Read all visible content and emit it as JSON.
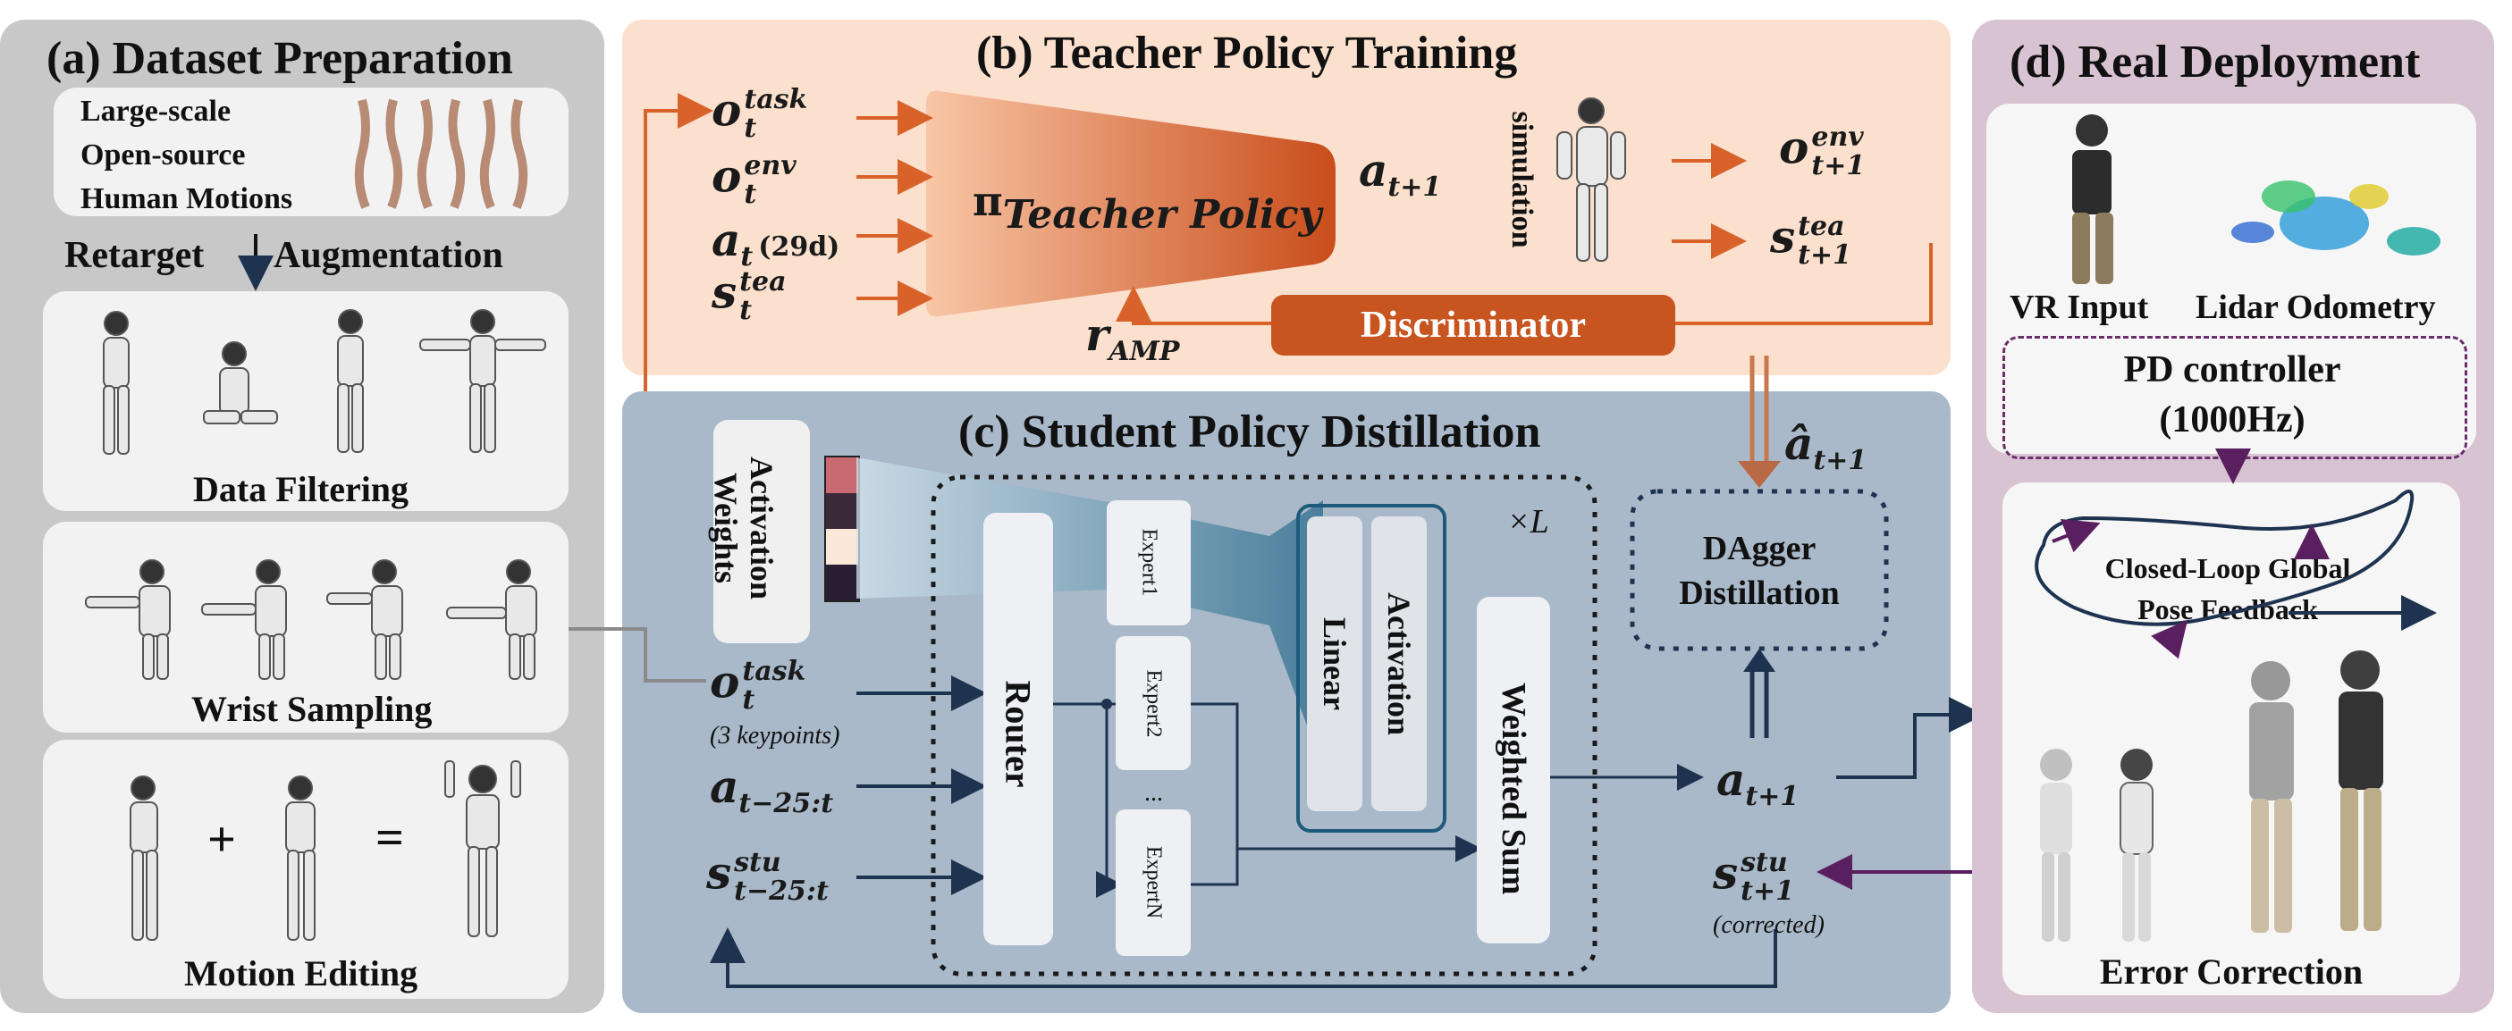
{
  "panel_a": {
    "title": "(a) Dataset Preparation",
    "source_lines": [
      "Large-scale",
      "Open-source",
      "Human Motions"
    ],
    "retarget": "Retarget",
    "augmentation": "Augmentation",
    "data_filtering": "Data Filtering",
    "wrist_sampling": "Wrist Sampling",
    "motion_editing": "Motion Editing",
    "plus": "+",
    "equals": "="
  },
  "panel_b": {
    "title": "(b) Teacher Policy Training",
    "policy": "Teacher Policy",
    "pi": "π",
    "simulation": "simulation",
    "discriminator": "Discriminator",
    "at_dim": "(29d)",
    "r": "r",
    "r_sub": "AMP",
    "inputs": [
      {
        "base": "o",
        "sub": "t",
        "sup": "task"
      },
      {
        "base": "o",
        "sub": "t",
        "sup": "env"
      },
      {
        "base": "a",
        "sub": "t",
        "sup": ""
      },
      {
        "base": "s",
        "sub": "t",
        "sup": "tea"
      }
    ],
    "action": {
      "base": "a",
      "sub": "t+1"
    },
    "outputs": [
      {
        "base": "o",
        "sub": "t+1",
        "sup": "env"
      },
      {
        "base": "s",
        "sub": "t+1",
        "sup": "tea"
      }
    ]
  },
  "panel_c": {
    "title": "(c) Student Policy Distillation",
    "activation_weights": [
      "Activation",
      "Weights"
    ],
    "router": "Router",
    "experts": [
      "Expert1",
      "Expert2",
      "ExpertN"
    ],
    "ellipsis": "...",
    "linear": "Linear",
    "activation": "Activation",
    "weighted_sum": "Weighted Sum",
    "times_l": "×L",
    "dagger": [
      "DAgger",
      "Distillation"
    ],
    "keypoints": "(3 keypoints)",
    "corrected": "(corrected)",
    "inputs": [
      {
        "base": "o",
        "sub": "t",
        "sup": "task"
      },
      {
        "base": "a",
        "sub": "t−25:t",
        "sup": ""
      },
      {
        "base": "s",
        "sub": "t−25:t",
        "sup": "stu"
      }
    ],
    "a_hat": {
      "base": "â",
      "sub": "t+1"
    },
    "a_next": {
      "base": "a",
      "sub": "t+1"
    },
    "s_next": {
      "base": "s",
      "sub": "t+1",
      "sup": "stu"
    },
    "weight_colors": [
      "#c96a72",
      "#3b2a3b",
      "#fae8d8",
      "#2a1e32"
    ]
  },
  "panel_d": {
    "title": "(d) Real Deployment",
    "vr_input": "VR Input",
    "lidar": "Lidar Odometry",
    "pd_controller": [
      "PD controller",
      "(1000Hz)"
    ],
    "feedback": [
      "Closed-Loop Global",
      "Pose Feedback"
    ],
    "error_correction": "Error Correction"
  },
  "colors": {
    "orange": "#d9622b",
    "panel_b_bg": "#fbe0cd",
    "panel_c_bg": "#a9b9c9",
    "panel_a_bg": "#c8c8c8",
    "panel_d_bg": "#d8c3d2",
    "navy": "#1e3350",
    "purple": "#5a1f5e"
  }
}
